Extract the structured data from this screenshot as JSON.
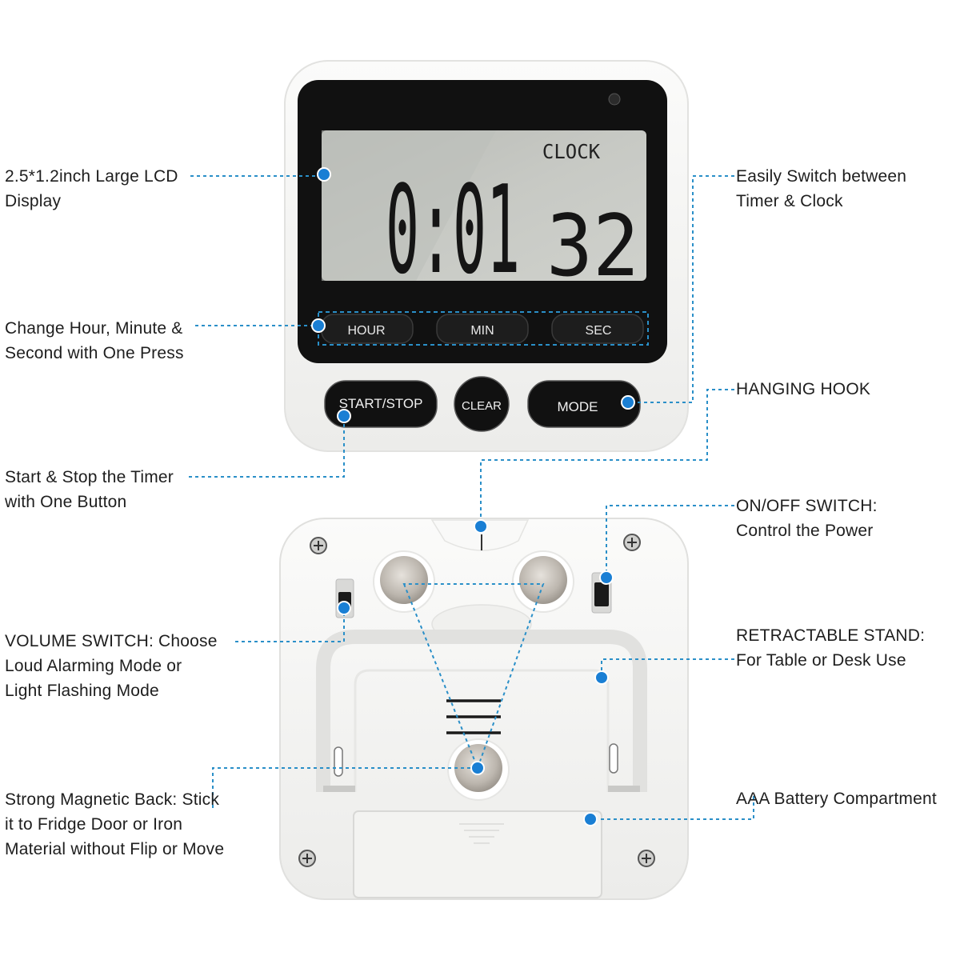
{
  "lcd": {
    "mode_label": "CLOCK",
    "time_main": "0:01",
    "time_seconds": "32"
  },
  "buttons": {
    "hour": "HOUR",
    "min": "MIN",
    "sec": "SEC",
    "start_stop": "START/STOP",
    "clear": "CLEAR",
    "mode": "MODE"
  },
  "callouts": {
    "lcd_display": [
      "2.5*1.2inch Large LCD",
      "Display"
    ],
    "set_buttons": [
      "Change Hour, Minute &",
      "Second with One Press"
    ],
    "start_stop": [
      "Start & Stop the Timer",
      "with One Button"
    ],
    "volume_switch": [
      "VOLUME SWITCH: Choose",
      "Loud Alarming Mode or",
      "Light Flashing Mode"
    ],
    "magnetic_back": [
      "Strong Magnetic Back: Stick",
      "it to Fridge Door or Iron",
      "Material without Flip or Move"
    ],
    "mode_switch": [
      "Easily Switch between",
      "Timer & Clock"
    ],
    "hanging_hook": [
      "HANGING HOOK"
    ],
    "power_switch": [
      "ON/OFF SWITCH:",
      "Control the Power"
    ],
    "stand": [
      "RETRACTABLE STAND:",
      "For Table or Desk Use"
    ],
    "battery": [
      "AAA Battery Compartment"
    ]
  },
  "colors": {
    "callout_line": "#2a8fc8",
    "callout_dot": "#1a7fd4",
    "lcd_bg": "#c9cbc6",
    "body": "#f4f4f2"
  }
}
